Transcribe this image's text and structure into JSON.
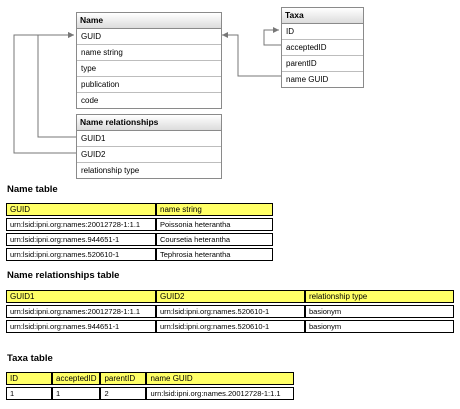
{
  "diagram": {
    "entities": {
      "name": {
        "title": "Name",
        "fields": [
          "GUID",
          "name string",
          "type",
          "publication",
          "code"
        ]
      },
      "taxa": {
        "title": "Taxa",
        "fields": [
          "ID",
          "acceptedID",
          "parentID",
          "name GUID"
        ]
      },
      "rel": {
        "title": "Name relationships",
        "fields": [
          "GUID1",
          "GUID2",
          "relationship type"
        ]
      }
    }
  },
  "tables": {
    "name_table": {
      "title": "Name table",
      "headers": [
        "GUID",
        "name string"
      ],
      "rows": [
        [
          "urn:lsid:ipni.org:names:20012728-1:1.1",
          "Poissonia heterantha"
        ],
        [
          "urn:lsid:ipni.org:names.944651-1",
          "Coursetia heterantha"
        ],
        [
          "urn:lsid:ipni.org:names.520610-1",
          "Tephrosia heterantha"
        ]
      ]
    },
    "rel_table": {
      "title": "Name relationships table",
      "headers": [
        "GUID1",
        "GUID2",
        "relationship type"
      ],
      "rows": [
        [
          "urn:lsid:ipni.org:names:20012728-1:1.1",
          "urn:lsid:ipni.org:names.520610-1",
          "basionym"
        ],
        [
          "urn:lsid:ipni.org:names.944651-1",
          "urn:lsid:ipni.org:names.520610-1",
          "basionym"
        ]
      ]
    },
    "taxa_table": {
      "title": "Taxa table",
      "headers": [
        "ID",
        "acceptedID",
        "parentID",
        "name GUID"
      ],
      "rows": [
        [
          "1",
          "1",
          "2",
          "urn:lsid:ipni.org:names.20012728-1:1.1"
        ]
      ]
    }
  }
}
